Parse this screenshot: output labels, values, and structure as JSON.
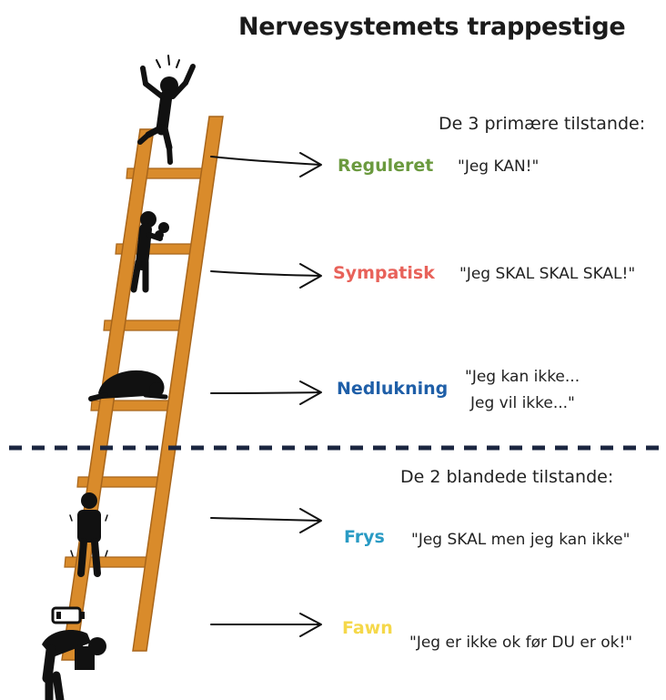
{
  "title": "Nervesystemets trappestige",
  "primary_heading": "De 3 primære tilstande:",
  "mixed_heading": "De 2 blandede tilstande:",
  "states": [
    {
      "name": "Reguleret",
      "quote_lines": [
        "\"Jeg KAN!\""
      ],
      "color": "#6b9a3f"
    },
    {
      "name": "Sympatisk",
      "quote_lines": [
        "\"Jeg SKAL SKAL SKAL!\""
      ],
      "color": "#e8625a"
    },
    {
      "name": "Nedlukning",
      "quote_lines": [
        "\"Jeg kan ikke...",
        "Jeg vil ikke...\""
      ],
      "color": "#1f5fa8"
    },
    {
      "name": "Frys",
      "quote_lines": [
        "\"Jeg SKAL men jeg kan ikke\""
      ],
      "color": "#2a9bc4"
    },
    {
      "name": "Fawn",
      "quote_lines": [
        "\"Jeg er ikke ok før DU er ok!\""
      ],
      "color": "#f5d84a"
    }
  ],
  "colors": {
    "ladder": "#d98b2b",
    "ladder_edge": "#a8651a",
    "divider": "#1b2640",
    "figure": "#111111"
  },
  "icons": [
    "ladder",
    "person-jumping-icon",
    "person-boxing-icon",
    "person-curled-up-icon",
    "person-frozen-icon",
    "person-bowing-icon",
    "low-battery-icon",
    "arrow-right-icon"
  ]
}
